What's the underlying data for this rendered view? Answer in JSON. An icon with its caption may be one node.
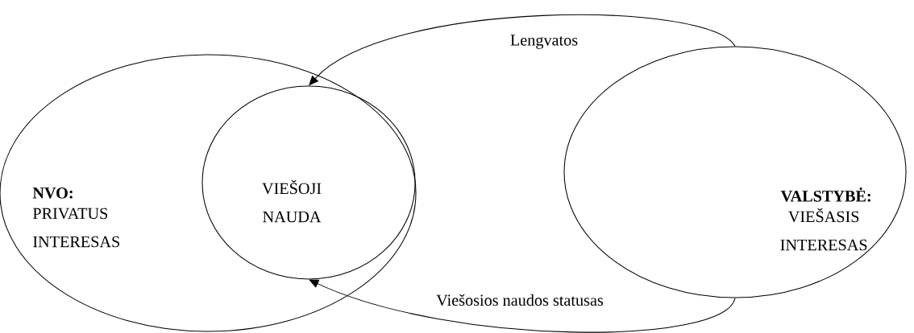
{
  "diagram": {
    "nodes": [
      {
        "text": [
          "NVO:",
          "PRIVATUS INTERESAS"
        ]
      },
      {
        "text": [
          "VIEŠOJI NAUDA"
        ],
        "in": 0
      },
      {
        "text": [
          "VALSTYBĖ:",
          "VIEŠASIS INTERESAS"
        ]
      }
    ],
    "edges": [
      {
        "from": 2,
        "to": 1,
        "arrow": "to",
        "label": "Lengvatos"
      },
      {
        "from": 2,
        "to": 1,
        "arrow": "to",
        "label": "Viešosios naudos statusas"
      }
    ]
  }
}
